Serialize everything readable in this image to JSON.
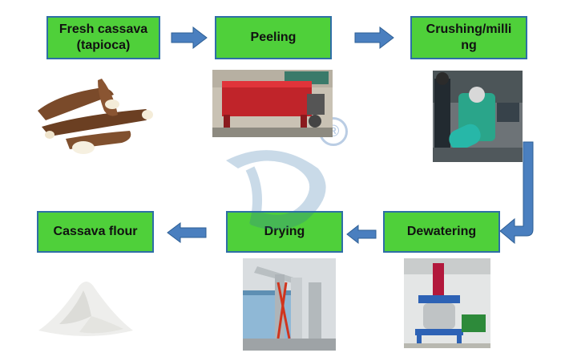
{
  "steps": {
    "fresh_line1": "Fresh cassava",
    "fresh_line2": "(tapioca)",
    "peeling": "Peeling",
    "crushing_line1": "Crushing/milli",
    "crushing_line2": "ng",
    "dewatering": "Dewatering",
    "drying": "Drying",
    "flour": "Cassava flour"
  },
  "watermark": {
    "mark": "®"
  },
  "colors": {
    "box_fill": "#4fd03a",
    "box_border": "#2e6ea6",
    "arrow": "#4a7fbf"
  }
}
